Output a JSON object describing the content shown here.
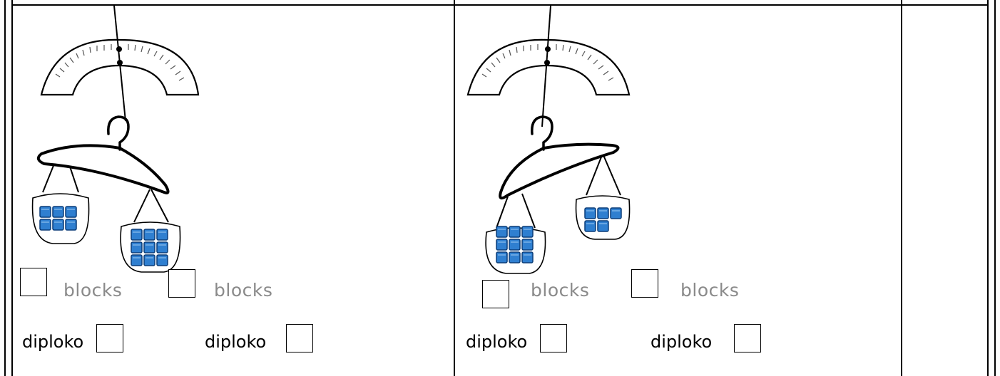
{
  "left_panel": {
    "row1_left_word": "blocks",
    "row1_right_word": "blocks",
    "row2_left_word": "diploko",
    "row2_right_word": "diploko",
    "left_bag_blocks": 6,
    "right_bag_blocks": 9
  },
  "right_panel": {
    "row1_left_word": "blocks",
    "row1_right_word": "blocks",
    "row2_left_word": "diploko",
    "row2_right_word": "diploko",
    "left_bag_blocks": 9,
    "right_bag_blocks": 5
  },
  "colors": {
    "block_fill": "#2f7fd0",
    "block_edge": "#0b3d78",
    "gray_text": "#8a8a8a"
  }
}
